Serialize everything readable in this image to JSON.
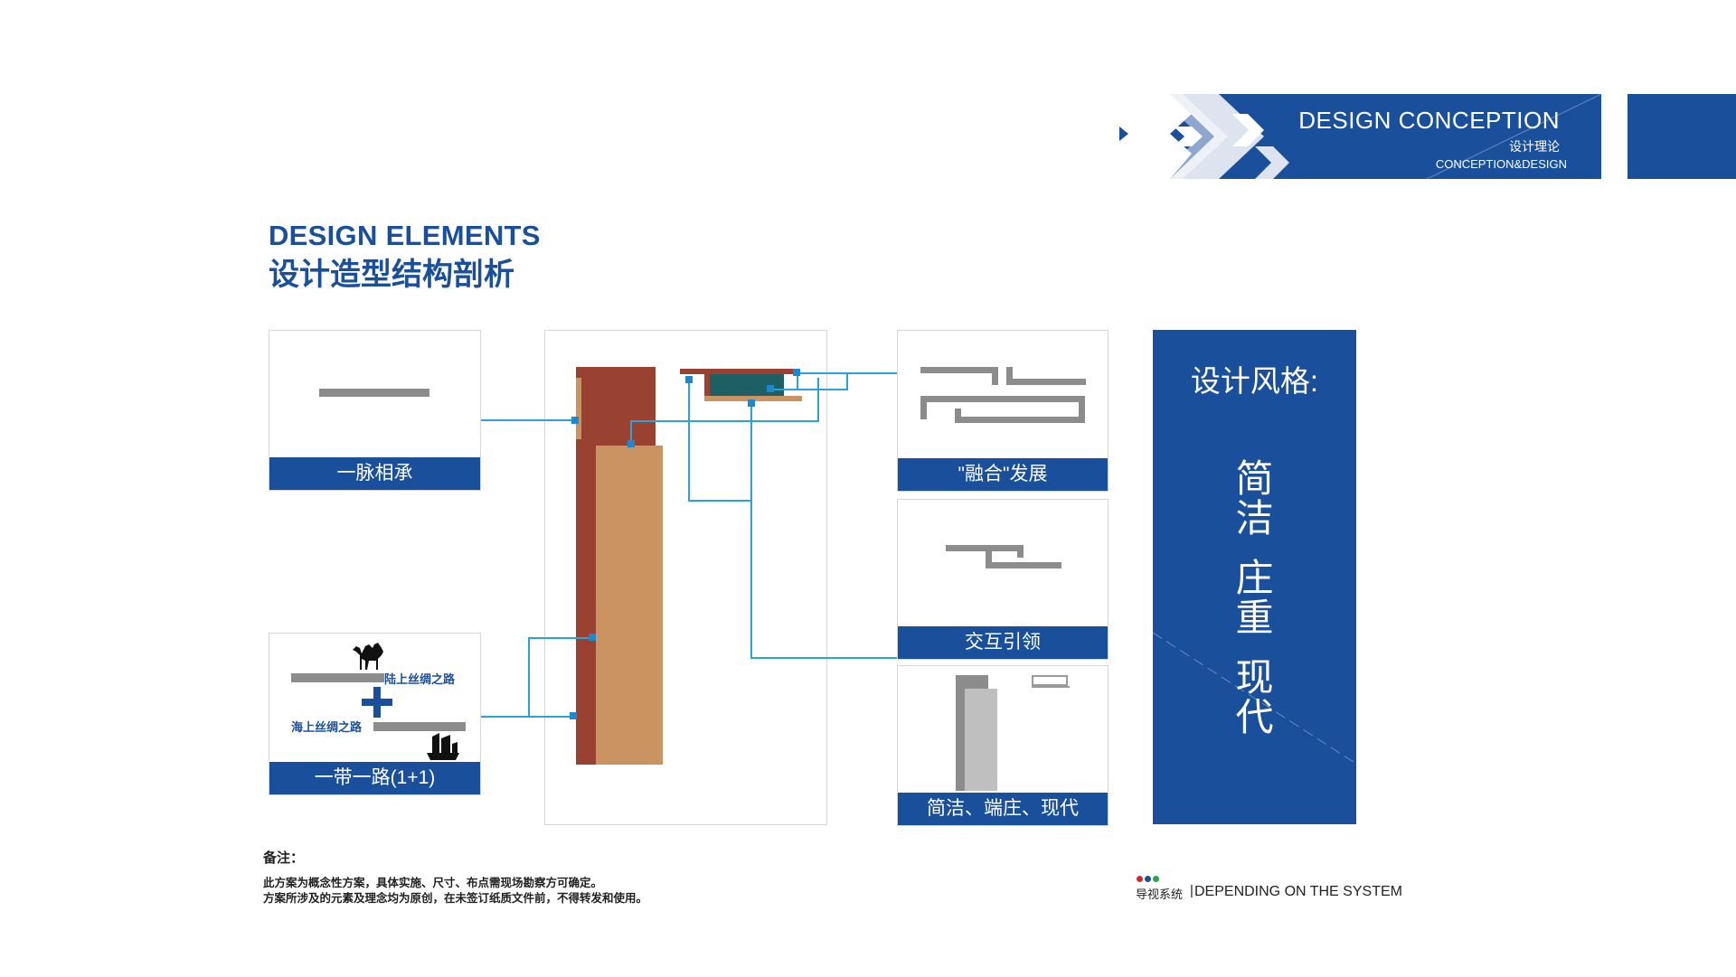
{
  "header": {
    "title": "DESIGN CONCEPTION",
    "subtitle": "设计理论",
    "subtitle2": "CONCEPTION&DESIGN"
  },
  "section": {
    "title_en": "DESIGN ELEMENTS",
    "title_cn": "设计造型结构剖析"
  },
  "boxes": {
    "lineage": "一脉相承",
    "belt_road": "一带一路(1+1)",
    "land_route": "陆上丝绸之路",
    "sea_route": "海上丝绸之路",
    "fusion": "\"融合\"发展",
    "interact": "交互引领",
    "simple": "简洁、端庄、现代"
  },
  "style_panel": {
    "title": "设计风格:",
    "words": [
      "简",
      "洁",
      "庄",
      "重",
      "现",
      "代"
    ]
  },
  "notes": {
    "head": "备注：",
    "line1": "此方案为概念性方案，具体实施、尺寸、布点需现场勘察方可确定。",
    "line2": "方案所涉及的元素及理念均为原创，在未签订纸质文件前，不得转发和使用。"
  },
  "footer": {
    "brand": "导视系统",
    "separator": "|",
    "text": "DEPENDING ON THE SYSTEM"
  },
  "colors": {
    "brand_blue": "#1a4f9c",
    "connector": "#2aa3dc",
    "pillar_dark": "#9a4232",
    "pillar_light": "#c99462",
    "gray": "#8c8c8c",
    "teal": "#1e5f63",
    "dot_red": "#d02a2a",
    "dot_blue": "#1a4f9c",
    "dot_green": "#2ea34a"
  },
  "icons": [
    "camel-icon",
    "junk-ship-icon",
    "plus-icon",
    "chevron-arrow-icon"
  ]
}
